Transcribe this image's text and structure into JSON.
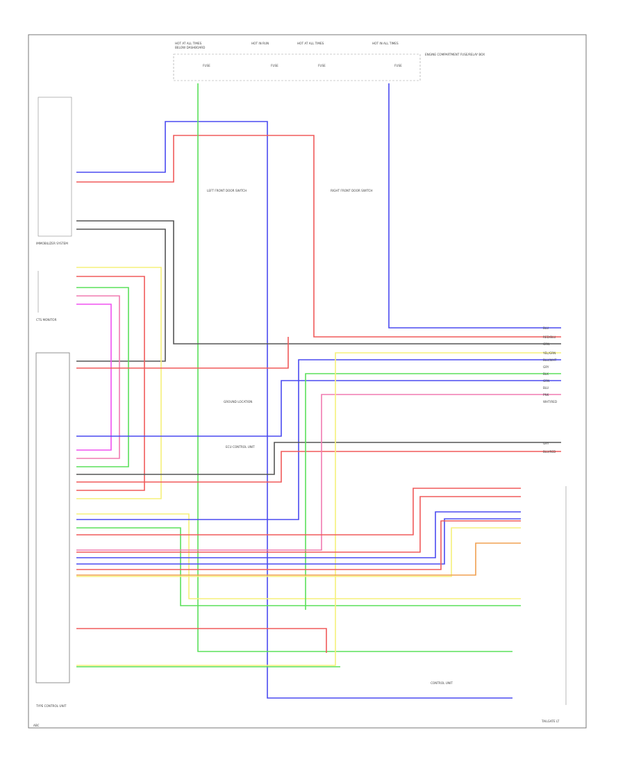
{
  "colors": {
    "blue": "#4a4af0",
    "red": "#f05a5a",
    "pink": "#f07ab0",
    "green": "#5ae05a",
    "yellow": "#f5f07a",
    "gray": "#555555",
    "magenta": "#f050f0",
    "orange": "#f0a050",
    "frame": "#777777"
  },
  "top_fuses": {
    "f1": "HOT AT ALL TIMES",
    "f1b": "BELOW DASHBOARD",
    "f2": "HOT IN RUN",
    "f3": "HOT AT ALL TIMES",
    "f4": "HOT IN ALL TIMES",
    "fuse_label": "FUSE"
  },
  "modules": {
    "top_right": "ENGINE COMPARTMENT FUSE/RELAY BOX",
    "immobilizer": "IMMOBILIZER SYSTEM",
    "cts": "CTS MONITOR",
    "relay_left": "LEFT FRONT DOOR SWITCH",
    "relay_right": "RIGHT FRONT DOOR SWITCH",
    "ground": "GROUND LOCATION",
    "mid_unit": "ECU CONTROL UNIT",
    "bottom_left": "TYPE CONTROL UNIT",
    "bottom_right": "CONTROL UNIT",
    "page": "TAILGATE LT",
    "ref": "ABC"
  },
  "right_labels": [
    "BLU",
    "RED/BLU",
    "GRN",
    "YEL/GRN",
    "BLU/WHT",
    "GRY",
    "BLK",
    "GRN",
    "BLU",
    "PNK",
    "WHT/RED",
    "GRY",
    "BLU/RED"
  ]
}
